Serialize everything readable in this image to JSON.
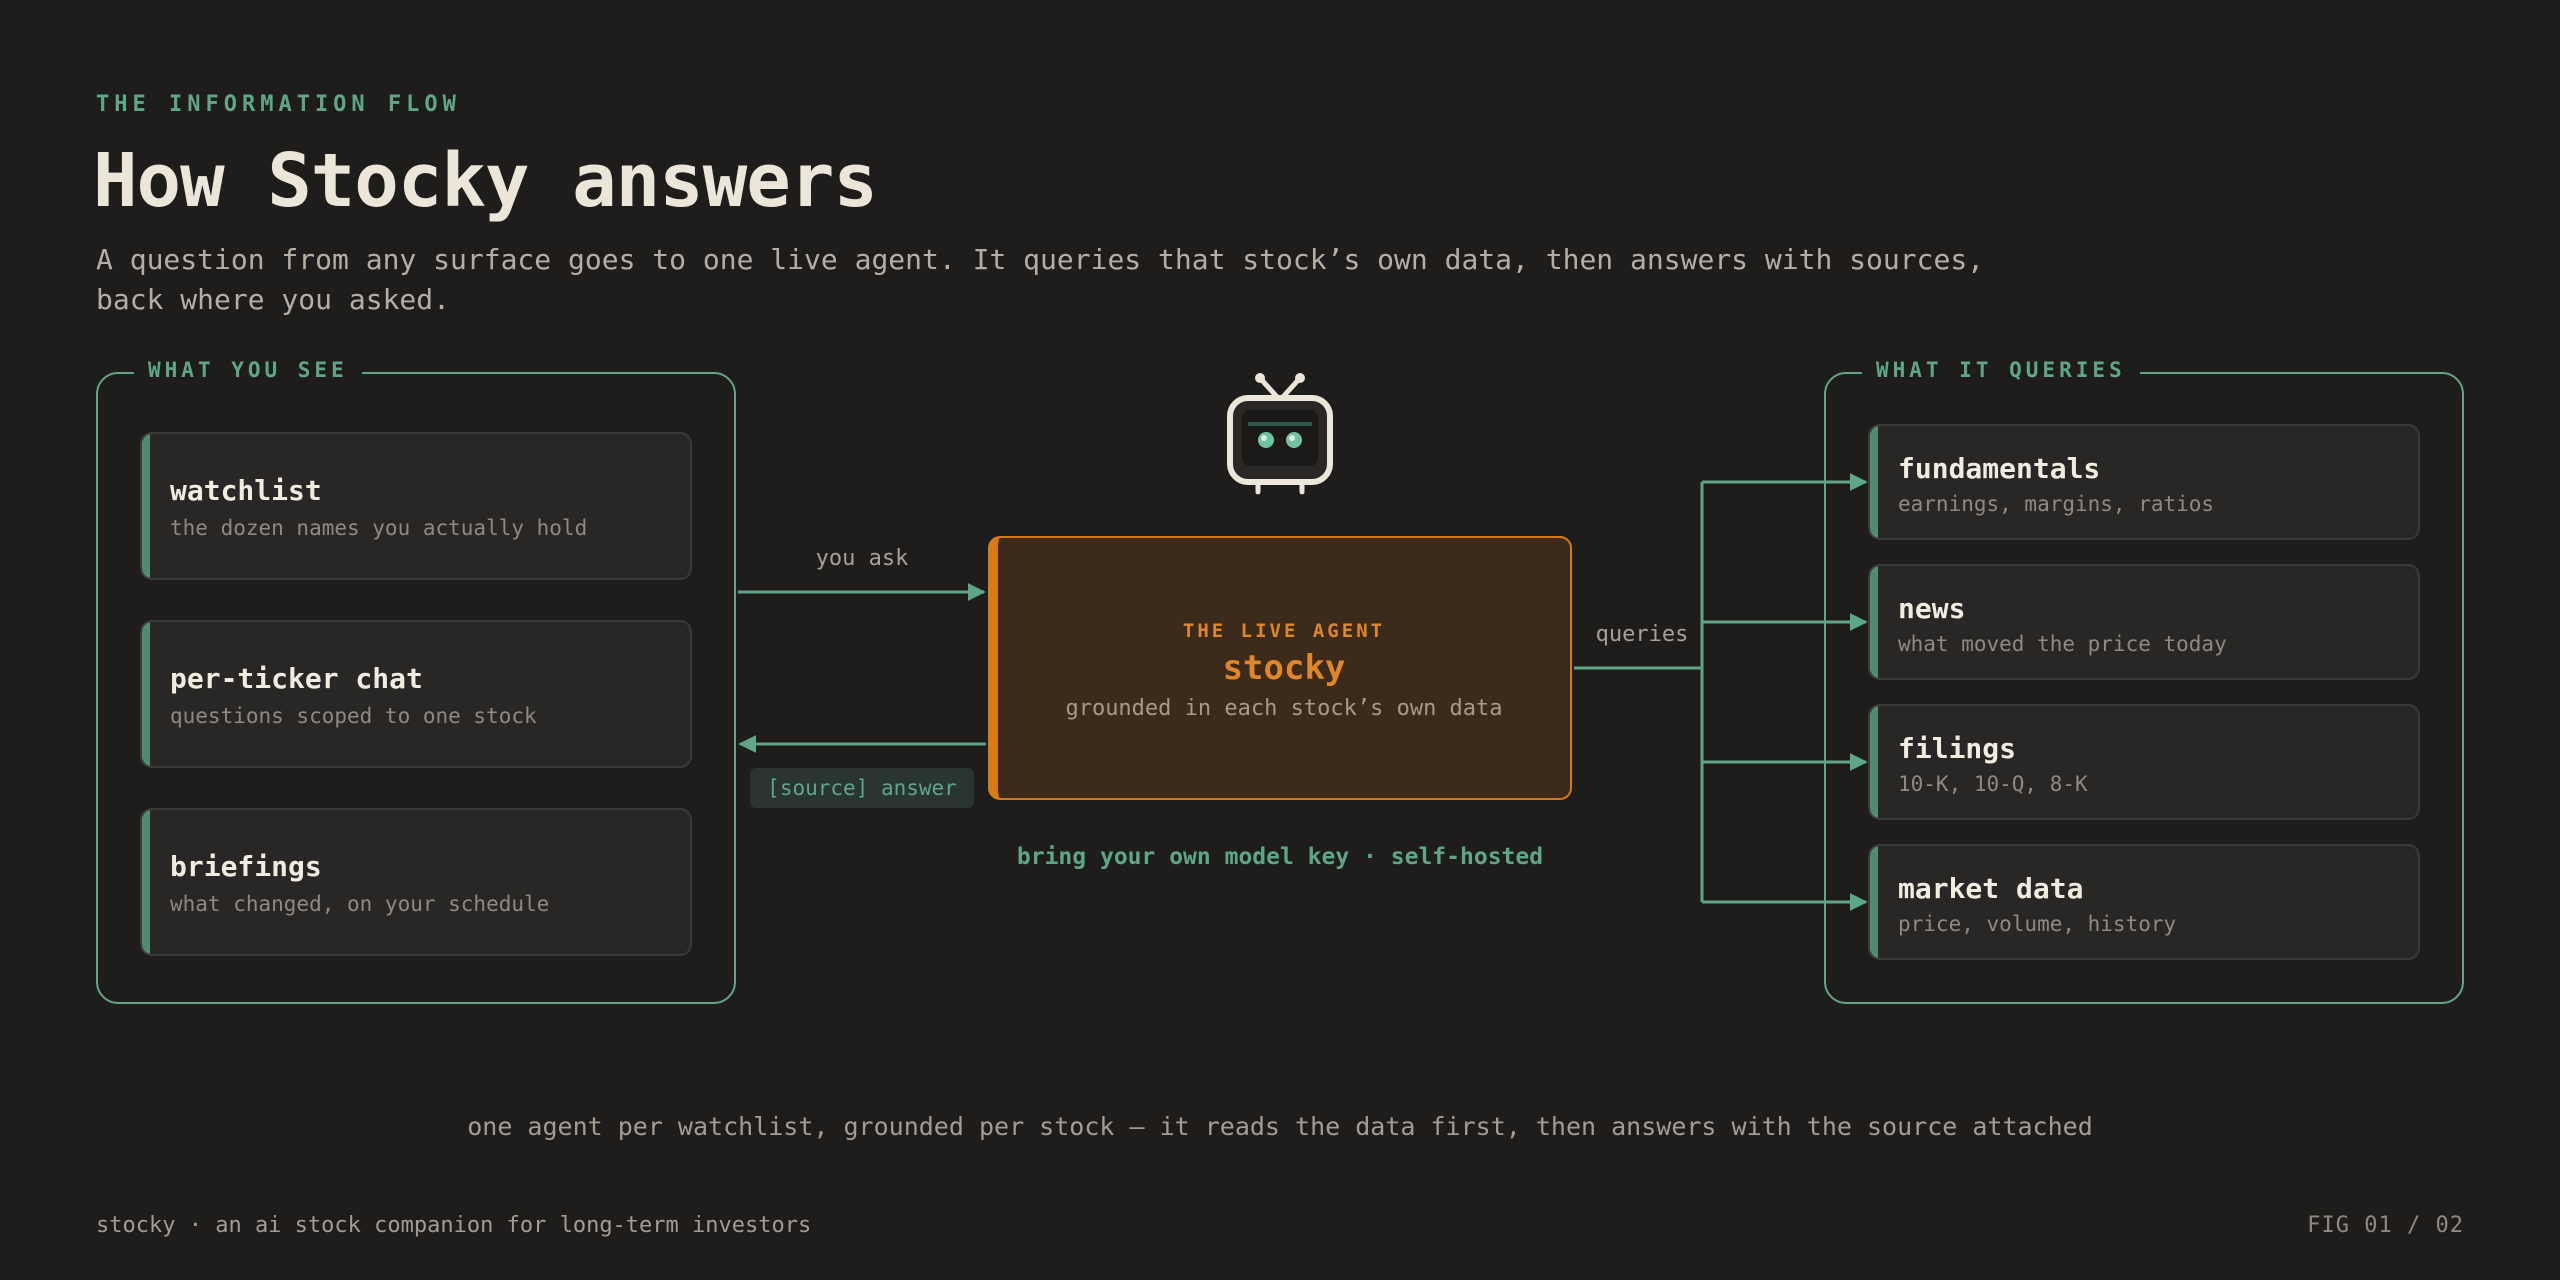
{
  "header": {
    "eyebrow": "THE INFORMATION FLOW",
    "title": "How Stocky answers",
    "subtitle": "A question from any surface goes to one live agent. It queries that stock’s own data, then answers with sources, back where you asked."
  },
  "left_panel": {
    "label": "WHAT YOU SEE",
    "cards": [
      {
        "title": "watchlist",
        "desc": "the dozen names you actually hold"
      },
      {
        "title": "per-ticker chat",
        "desc": "questions scoped to one stock"
      },
      {
        "title": "briefings",
        "desc": "what changed, on your schedule"
      }
    ]
  },
  "center": {
    "you_ask": "you ask",
    "answer": "[source] answer",
    "agent_eyebrow": "THE LIVE AGENT",
    "agent_name": "stocky",
    "agent_desc": "grounded in each stock’s own data",
    "byok": "bring your own model key · self-hosted",
    "queries": "queries"
  },
  "right_panel": {
    "label": "WHAT IT QUERIES",
    "cards": [
      {
        "title": "fundamentals",
        "desc": "earnings, margins, ratios"
      },
      {
        "title": "news",
        "desc": "what moved the price today"
      },
      {
        "title": "filings",
        "desc": "10-K, 10-Q, 8-K"
      },
      {
        "title": "market data",
        "desc": "price, volume, history"
      }
    ]
  },
  "tagline": "one agent per watchlist, grounded per stock — it reads the data first, then answers with the source attached",
  "footer": {
    "left": "stocky · an ai stock companion for long-term investors",
    "right": "FIG 01 / 02"
  },
  "colors": {
    "background": "#1f1d1c",
    "accent_green": "#5fa58a",
    "accent_orange": "#d97a17",
    "text": "#ece5da"
  },
  "icons": {
    "mascot": "robot-tv-icon"
  }
}
